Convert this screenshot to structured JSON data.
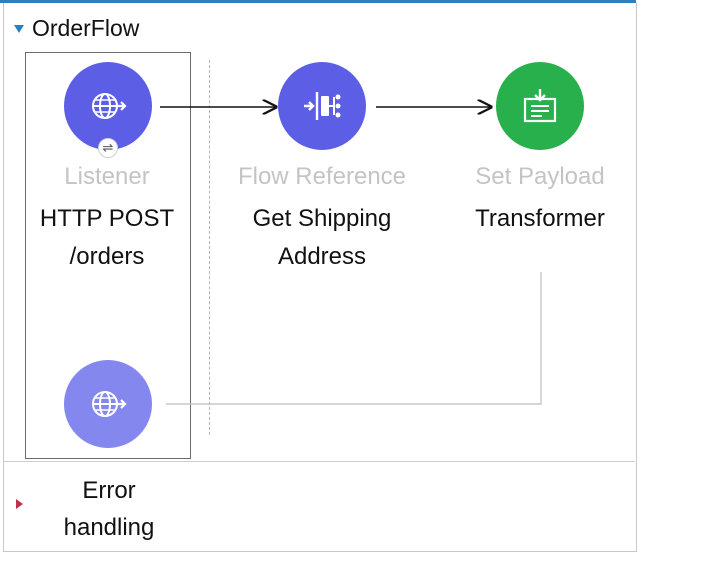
{
  "flow": {
    "name": "OrderFlow"
  },
  "nodes": {
    "listener": {
      "type": "Listener",
      "name_line1": "HTTP POST",
      "name_line2": "/orders",
      "icon": "globe-arrow-icon"
    },
    "flow_reference": {
      "type": "Flow Reference",
      "name_line1": "Get Shipping",
      "name_line2": "Address",
      "icon": "flow-reference-icon"
    },
    "set_payload": {
      "type": "Set Payload",
      "name_line1": "Transformer",
      "icon": "set-payload-icon"
    },
    "response": {
      "icon": "globe-arrow-icon"
    }
  },
  "error_handling": {
    "line1": "Error",
    "line2": "handling"
  },
  "colors": {
    "accent": "#2f7fbf",
    "connector_blue": "#5c5fe6",
    "response_blue": "#8487ee",
    "transformer_green": "#27b04c",
    "error_marker": "#c0304a",
    "type_label": "#c4c4c4"
  }
}
